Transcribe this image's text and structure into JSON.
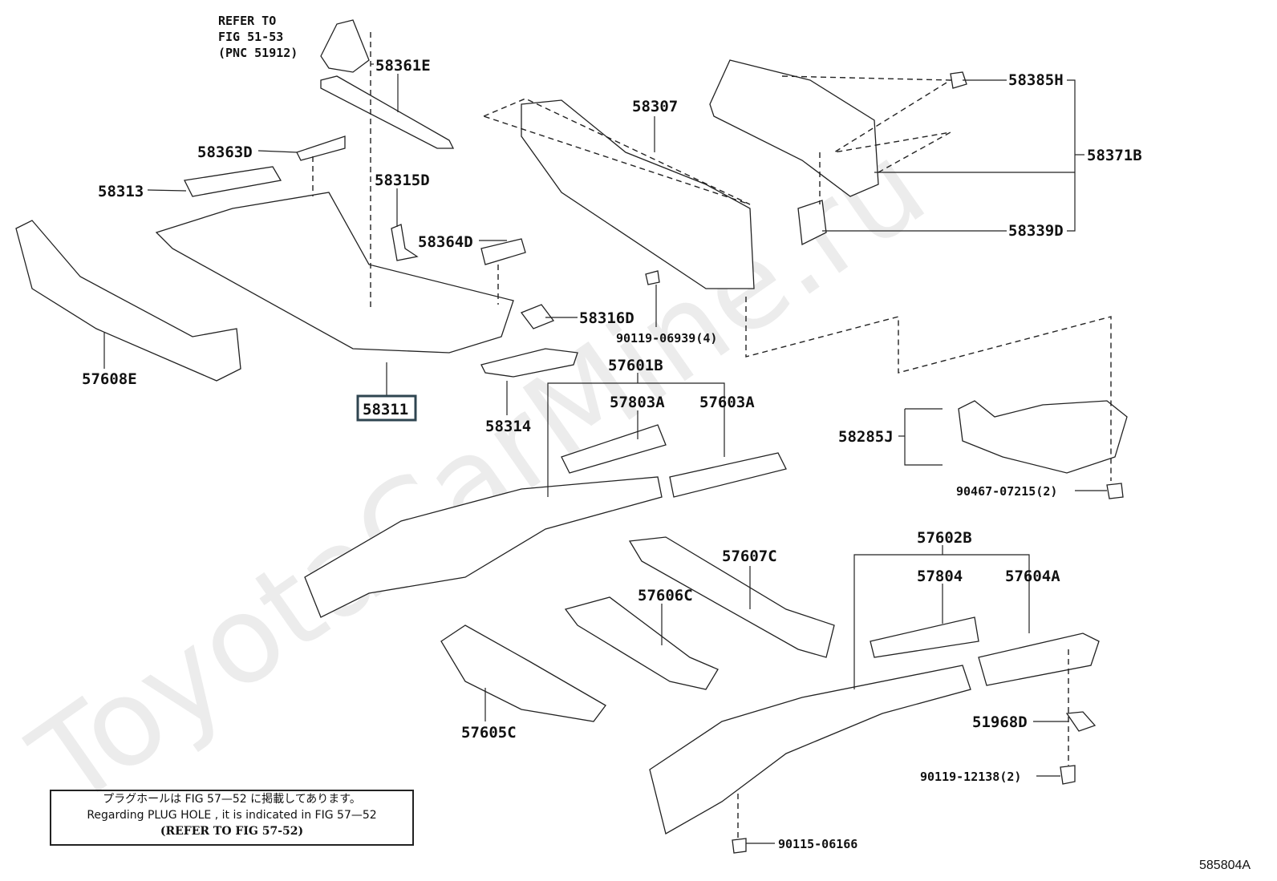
{
  "watermark": "ToyotaCarMine.ru",
  "diagram_id": "585804A",
  "refer": {
    "line1": "REFER TO",
    "line2": "FIG 51-53",
    "line3": "(PNC 51912)"
  },
  "labels": {
    "p58361E": "58361E",
    "p58363D": "58363D",
    "p58313": "58313",
    "p58315D": "58315D",
    "p58364D": "58364D",
    "p58316D": "58316D",
    "p58311": "58311",
    "p57608E": "57608E",
    "p58314": "58314",
    "p58307": "58307",
    "p58385H": "58385H",
    "p58371B": "58371B",
    "p58339D": "58339D",
    "p90119_06939": "90119-06939(4)",
    "p57601B": "57601B",
    "p57803A": "57803A",
    "p57603A": "57603A",
    "p58285J": "58285J",
    "p90467_07215": "90467-07215(2)",
    "p57602B": "57602B",
    "p57804": "57804",
    "p57604A": "57604A",
    "p57607C": "57607C",
    "p57606C": "57606C",
    "p57605C": "57605C",
    "p51968D": "51968D",
    "p90119_12138": "90119-12138(2)",
    "p90115_06166": "90115-06166"
  },
  "highlighted_part": "58311",
  "highlight_color": "#2f4550",
  "note": {
    "jp": "プラグホールは FIG 57—52 に掲載してあります。",
    "en": "Regarding PLUG HOLE , it is indicated in FIG 57—52",
    "refer": "(REFER TO FIG 57-52)"
  }
}
